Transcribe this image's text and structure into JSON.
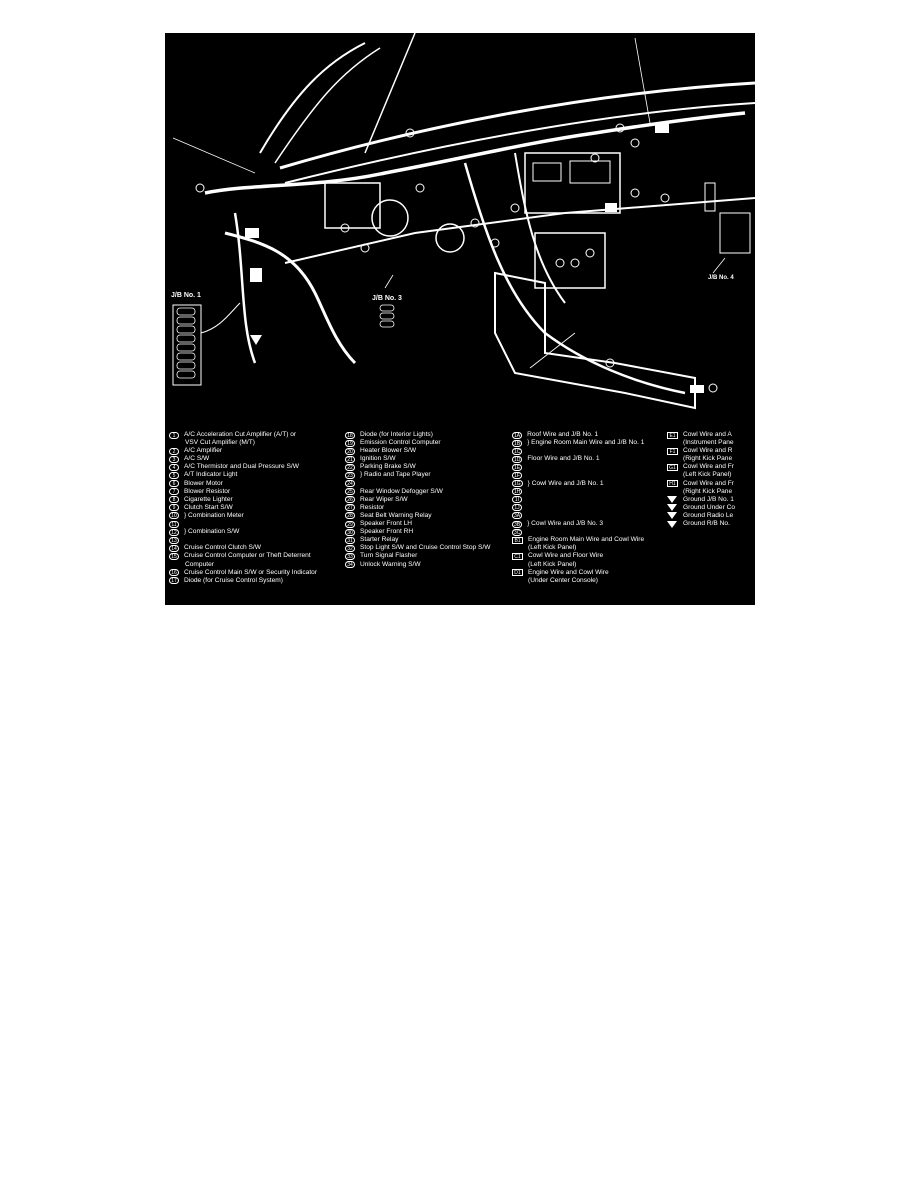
{
  "labels": {
    "jb1": "J/B No. 1",
    "jb3": "J/B No. 3",
    "jb4": "J/B No. 4"
  },
  "legend": {
    "col1": [
      {
        "num": "1",
        "text": "A/C Acceleration Cut Amplifier (A/T) or"
      },
      {
        "num": "",
        "text": "VSV Cut Amplifier (M/T)"
      },
      {
        "num": "2",
        "text": "A/C Amplifier"
      },
      {
        "num": "3",
        "text": "A/C S/W"
      },
      {
        "num": "4",
        "text": "A/C Thermistor and Dual Pressure S/W"
      },
      {
        "num": "5",
        "text": "A/T Indicator Light"
      },
      {
        "num": "6",
        "text": "Blower Motor"
      },
      {
        "num": "7",
        "text": "Blower Resistor"
      },
      {
        "num": "8",
        "text": "Cigarette Lighter"
      },
      {
        "num": "9",
        "text": "Clutch Start S/W"
      },
      {
        "num": "10",
        "text": "} Combination Meter"
      },
      {
        "num": "11",
        "text": ""
      },
      {
        "num": "12",
        "text": "} Combination S/W"
      },
      {
        "num": "13",
        "text": ""
      },
      {
        "num": "14",
        "text": "Cruise Control Clutch S/W"
      },
      {
        "num": "15",
        "text": "Cruise Control Computer or Theft Deterrent"
      },
      {
        "num": "",
        "text": "Computer"
      },
      {
        "num": "16",
        "text": "Cruise Control Main S/W or Security Indicator"
      },
      {
        "num": "17",
        "text": "Diode (for Cruise Control System)"
      }
    ],
    "col2": [
      {
        "num": "18",
        "text": "Diode (for Interior Lights)"
      },
      {
        "num": "19",
        "text": "Emission Control Computer"
      },
      {
        "num": "20",
        "text": "Heater Blower S/W"
      },
      {
        "num": "21",
        "text": "Ignition S/W"
      },
      {
        "num": "22",
        "text": "Parking Brake S/W"
      },
      {
        "num": "23",
        "text": "} Radio and Tape Player"
      },
      {
        "num": "24",
        "text": ""
      },
      {
        "num": "25",
        "text": "Rear Window Defogger S/W"
      },
      {
        "num": "26",
        "text": "Rear Wiper S/W"
      },
      {
        "num": "27",
        "text": "Resistor"
      },
      {
        "num": "28",
        "text": "Seat Belt Warning Relay"
      },
      {
        "num": "29",
        "text": "Speaker Front LH"
      },
      {
        "num": "30",
        "text": "Speaker Front RH"
      },
      {
        "num": "31",
        "text": "Starter Relay"
      },
      {
        "num": "32",
        "text": "Stop Light S/W and Cruise Control Stop S/W"
      },
      {
        "num": "33",
        "text": "Turn Signal Flasher"
      },
      {
        "num": "34",
        "text": "Unlock Warning S/W"
      }
    ],
    "col3": [
      {
        "num": "1A",
        "text": "Roof Wire and J/B No. 1"
      },
      {
        "num": "1B",
        "text": "} Engine Room Main Wire and J/B No. 1"
      },
      {
        "num": "1C",
        "text": ""
      },
      {
        "num": "1D",
        "text": "Floor Wire and J/B No. 1"
      },
      {
        "num": "1E",
        "text": ""
      },
      {
        "num": "1F",
        "text": ""
      },
      {
        "num": "1G",
        "text": "} Cowl Wire and J/B No. 1"
      },
      {
        "num": "1H",
        "text": ""
      },
      {
        "num": "1I",
        "text": ""
      },
      {
        "num": "1J",
        "text": ""
      },
      {
        "num": "3A",
        "text": ""
      },
      {
        "num": "3B",
        "text": "} Cowl Wire and J/B No. 3"
      },
      {
        "num": "3C",
        "text": ""
      },
      {
        "num": "B1",
        "text": "Engine Room Main Wire and Cowl Wire",
        "sq": true
      },
      {
        "num": "",
        "text": "(Left Kick Panel)"
      },
      {
        "num": "C1",
        "text": "Cowl Wire and Floor Wire",
        "sq": true
      },
      {
        "num": "",
        "text": "(Left Kick Panel)"
      },
      {
        "num": "D1",
        "text": "Engine Wire and Cowl Wire",
        "sq": true
      },
      {
        "num": "",
        "text": "(Under Center Console)"
      }
    ],
    "col4": [
      {
        "num": "E1",
        "text": "Cowl Wire and A",
        "sq": true
      },
      {
        "num": "",
        "text": "(Instrument Pane"
      },
      {
        "num": "F1",
        "text": "Cowl Wire and R",
        "sq": true
      },
      {
        "num": "",
        "text": "(Right Kick Pane"
      },
      {
        "num": "G1",
        "text": "Cowl Wire and Fr",
        "sq": true
      },
      {
        "num": "",
        "text": "(Left Kick Panel)"
      },
      {
        "num": "H1",
        "text": "Cowl Wire and Fr",
        "sq": true
      },
      {
        "num": "",
        "text": "(Right Kick Pane"
      },
      {
        "num": "",
        "text": "Ground J/B No. 1",
        "tri": true
      },
      {
        "num": "",
        "text": "Ground Under Co",
        "tri": true
      },
      {
        "num": "",
        "text": "Ground Radio Le",
        "tri": true
      },
      {
        "num": "",
        "text": "Ground R/B No.",
        "tri": true
      }
    ]
  },
  "colors": {
    "background": "#000000",
    "ink": "#ffffff"
  }
}
